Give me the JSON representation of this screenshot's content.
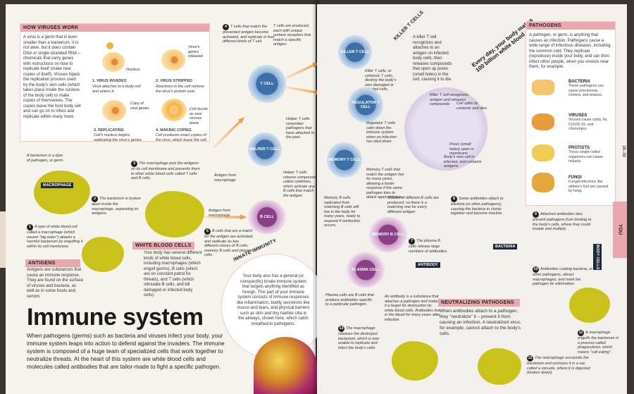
{
  "viruses": {
    "heading": "HOW VIRUSES WORK",
    "body": "A virus is a germ that is even smaller than a bacterium. It is not alive, but it does contain DNA or single-stranded RNA – chemicals that carry genes with instructions on how to replicate itself (make new copies of itself). Viruses hijack the replication process used by the body's own cells (which takes place inside the nucleus of the body cell) to make copies of themselves. The copies leave the host body cell and can go on to infect and replicate within many more.",
    "labels": {
      "nucleus": "Nucleus",
      "genes_released": "Virus's genes released",
      "copy_genes": "Copy of viral genes",
      "cell_bursts": "Cell bursts as new viruses leave"
    },
    "steps": [
      {
        "title": "1. VIRUS INVADES",
        "text": "Virus attaches to a body cell and enters it."
      },
      {
        "title": "2. VIRUS STRIPPED",
        "text": "Reactions in the cell remove the virus's protein coat."
      },
      {
        "title": "3. REPLICATING",
        "text": "Cell's nucleus begins replicating the virus's genes."
      },
      {
        "title": "4. MAKING COPIES",
        "text": "Cell produces exact copies of the virus, which leave the cell."
      }
    ]
  },
  "left_captions": {
    "bacterium_intro": "A bacterium is a type of pathogen, or germ.",
    "macrophage_label": "MACROPHAGE",
    "step1": "A type of white blood cell called a macrophage (which means \"big eater\") attacks a harmful bacterium by engulfing it within its cell membrane.",
    "step2": "The bacterium is broken apart inside the macrophage, separating its antigens.",
    "step3": "The macrophage puts the antigens on its cell membrane and presents them to other white blood cells called T cells and B cells.",
    "step4": "T cells that match the presented antigen become activated, and replicate in four different kinds of T cell.",
    "t_produced": "T cells are produced, each with unique surface receptors that match a specific antigen.",
    "antigen_from_mac": "Antigen from macrophage",
    "antigen_from_mac2": "Antigen from macrophage",
    "helper_t": "Helper T cells remember pathogens that have attacked in the past.",
    "helper_release": "Helper T cells release compounds called cytokines, which activate any B cells that match the antigen",
    "step6": "B cells that are a match for the antigen are activated, and replicate as two different clones of B cells: memory B cells and plasma cells.",
    "wbc_heading": "WHITE BLOOD CELLS",
    "wbc_body": "Your body has several different kinds of white blood cells, including macrophages (which engulf germs), B cells (which are on constant patrol for threats), and T cells (which stimulate B cells, and kill damaged or infected body cells).",
    "antigens_heading": "ANTIGENS",
    "antigens_body": "Antigens are substances that cause an immune response. They are found on the surface of viruses and bacteria, as well as in some foods and venom."
  },
  "cells": {
    "t_cell": "T CELL",
    "helper_t": "HELPER T CELL",
    "b_cell": "B CELL",
    "killer_t": "KILLER T CELL",
    "regulator_t": "REGULATOR T CELL",
    "memory_t": "MEMORY T CELL",
    "memory_b": "MEMORY B CELL",
    "plasma": "PLASMA CELL",
    "antibody": "ANTIBODY",
    "bacteria": "BACTERIA",
    "body_cells": "BODY CELLS"
  },
  "innate": {
    "heading": "INNATE IMMUNITY",
    "body": "Your body also has a general (or nonspecific) innate immune system that targets anything identified as foreign. This part of your immune system consists of immune responses like inflammation, bodily secretions like mucus and tears, and physical barriers such as skin and tiny hairlike cilia in the airways, shown here, which catch breathed-in pathogens."
  },
  "main": {
    "title": "Immune system",
    "intro": "When pathogens (germs) such as bacteria and viruses infect your body, your immune system leaps into action to defend against the invaders. The immune system is composed of a huge team of specialized cells that work together to neutralize threats. At the heart of this system are white blood cells and molecules called antibodies that are tailor-made to fight a specific pathogen."
  },
  "right_captions": {
    "killer_heading": "KILLER T CELLS",
    "killer_body": "A killer T cell recognizes and attaches to an antigen on infected body cells, then releases compounds that open up pores (small holes) in the cell, causing it to die.",
    "killer_cyto": "Killer T cells, or cytotoxic T cells, destroy the body's own damaged or infected cells.",
    "regulator": "Regulator T cells calm down the immune system when an infection has died down.",
    "memory_t": "Memory T cells that match the antigen live for many years, allowing a faster response if the same pathogen tries to attack again in future.",
    "recognizes": "Killer T cell recognizes antigen and releases compounds",
    "splits": "Cell splits its contents and dies",
    "pores": "Pores (small holes) open in membrane",
    "own_cell": "Body's own cell is infected, and contains antigens",
    "billion": "Every day, your body makes 100 billion white blood cells",
    "memory_b": "Memory B cells replicated from matching B cells will live in the body for many years, ready to respond if reinfection occurs.",
    "millions": "Millions of different B cells are produced, so there is a matching one for every different antigen",
    "step7": "The plasma B cells release large numbers of antibodies.",
    "step8": "Some antibodies attach to bacteria (or other pathogens), causing the bacteria to clump together and become inactive.",
    "step9": "Attached antibodies also prevent pathogens from binding to the body's cells, where they could invade and multiply.",
    "step10": "Antibodies coating bacteria, or other pathogens, attract macrophages, and mark the pathogen for elimination.",
    "antibody_def": "An antibody is a substance that attaches a pathogen and makes it a target for destruction by white blood cells. Antibodies live in the blood for many years after infection.",
    "plasma_def": "Plasma cells are B cells that produce antibodies specific to a particular pathogen.",
    "neutral_heading": "NEUTRALIZING PATHOGENS",
    "neutral_body": "When antibodies attach to a pathogen, they \"neutralize\" it – prevent it from causing an infection. A neutralized virus, for example, cannot attach to the body's cells.",
    "step11": "A macrophage engulfs the bacterium in a process called phagocytosis, which means \"cell eating\".",
    "step12": "The macrophage surrounds the bacterium and encloses it in a sac called a vacuole, where it is digested (broken down).",
    "step13": "The macrophage releases the destroyed bacterium, which is now unable to replicate and infect the body's cells."
  },
  "pathogens": {
    "heading": "PATHOGENS",
    "body": "A pathogen, or germ, is anything that causes an infection. Pathogens cause a wide range of infectious diseases, including the common cold. They replicate (reproduce) inside your body, and can then infect other people, when you sneeze near them, for example.",
    "items": [
      {
        "name": "BACTERIA",
        "text": "These pathogens can cause pneumonia, cholera, and tetanus."
      },
      {
        "name": "VIRUSES",
        "text": "Viruses cause colds, flu, COVID-19, and chickenpox."
      },
      {
        "name": "PROTISTS",
        "text": "These single-celled organisms can cause malaria."
      },
      {
        "name": "FUNGI",
        "text": "Fungal infections like athlete's foot are caused by fungi."
      }
    ]
  },
  "page_numbers": "38–39",
  "tab": "YOU"
}
